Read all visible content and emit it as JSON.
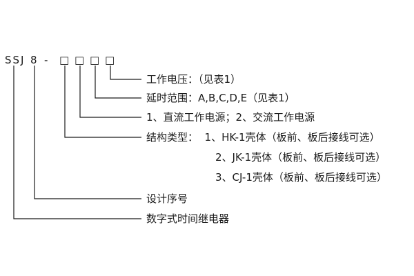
{
  "model_code": {
    "prefix": "SSJ",
    "series_number": "8",
    "dash": "-",
    "placeholders": [
      "□",
      "□",
      "□",
      "□"
    ]
  },
  "descriptions": {
    "working_voltage": "工作电压：（见表1）",
    "delay_range": "延时范围：A,B,C,D,E（见表1）",
    "power_type": "1、直流工作电源；2、交流工作电源",
    "structure_type": "结构类型：  1、HK-1壳体（板前、板后接线可选）",
    "structure_option_2": "2、JK-1壳体（板前、板后接线可选）",
    "structure_option_3": "3、CJ-1壳体（板前、板后接线可选）",
    "design_serial": "设计序号",
    "product_name": "数字式时间继电器"
  },
  "colors": {
    "line": "#1a1a1a",
    "text": "#1a1a1a",
    "background": "#ffffff"
  }
}
